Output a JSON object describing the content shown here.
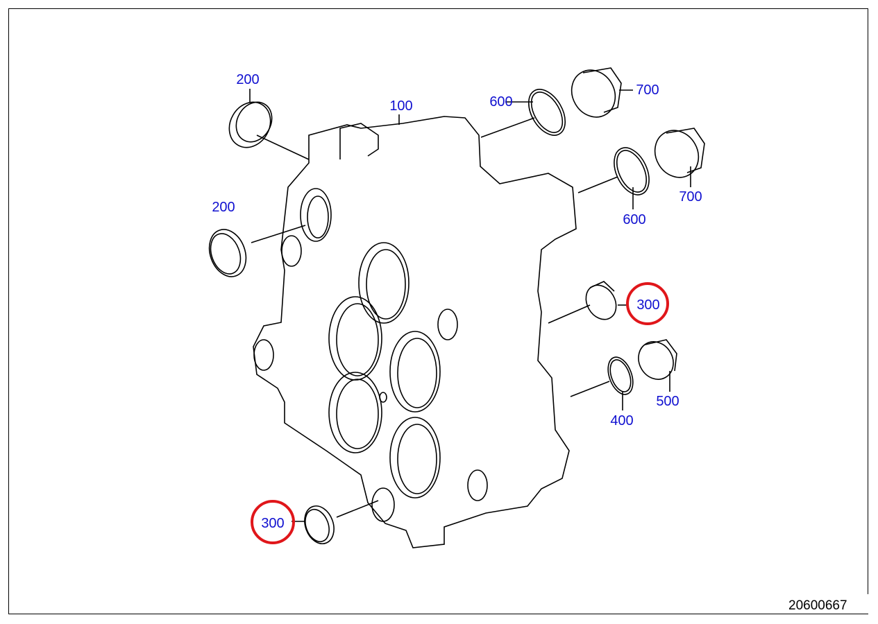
{
  "diagram": {
    "labels": [
      {
        "id": "200a",
        "text": "200"
      },
      {
        "id": "100",
        "text": "100"
      },
      {
        "id": "600a",
        "text": "600"
      },
      {
        "id": "700a",
        "text": "700"
      },
      {
        "id": "200b",
        "text": "200"
      },
      {
        "id": "700b",
        "text": "700"
      },
      {
        "id": "600b",
        "text": "600"
      },
      {
        "id": "300a",
        "text": "300"
      },
      {
        "id": "500",
        "text": "500"
      },
      {
        "id": "400",
        "text": "400"
      },
      {
        "id": "300b",
        "text": "300"
      }
    ],
    "document_number": "20600667",
    "colors": {
      "label": "#1010d0",
      "highlight": "#e0161a",
      "line": "#000000"
    }
  }
}
